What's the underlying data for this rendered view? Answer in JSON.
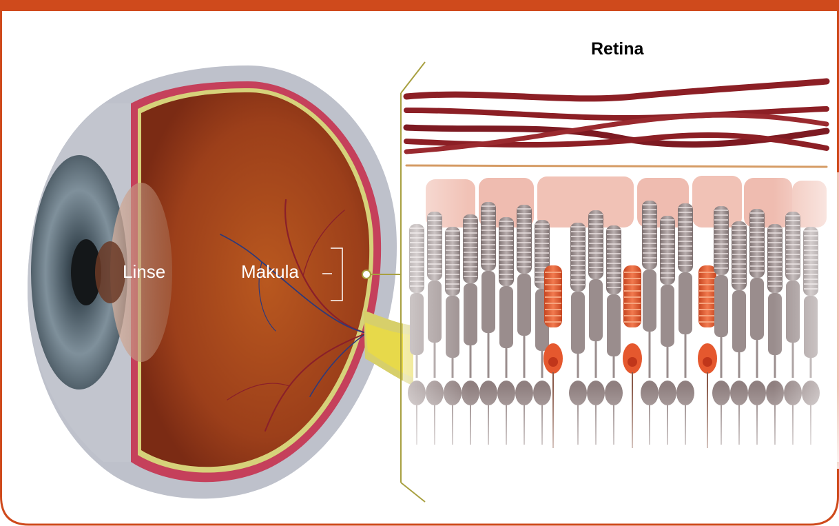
{
  "figure": {
    "title": "Retina",
    "labels": {
      "lens": "Linse",
      "macula": "Makula"
    }
  },
  "colors": {
    "frame_border": "#cf4a1c",
    "bracket": "#a8a040",
    "sclera": "#b9bcc6",
    "vitreous": "#a5461c",
    "choroid": "#c34058",
    "retina_line": "#d8d47a",
    "vessel": "#8c1f25",
    "cell_gray": "#9a8d8d",
    "cell_pink": "#f1c2b6",
    "cone_orange": "#e5582e"
  }
}
